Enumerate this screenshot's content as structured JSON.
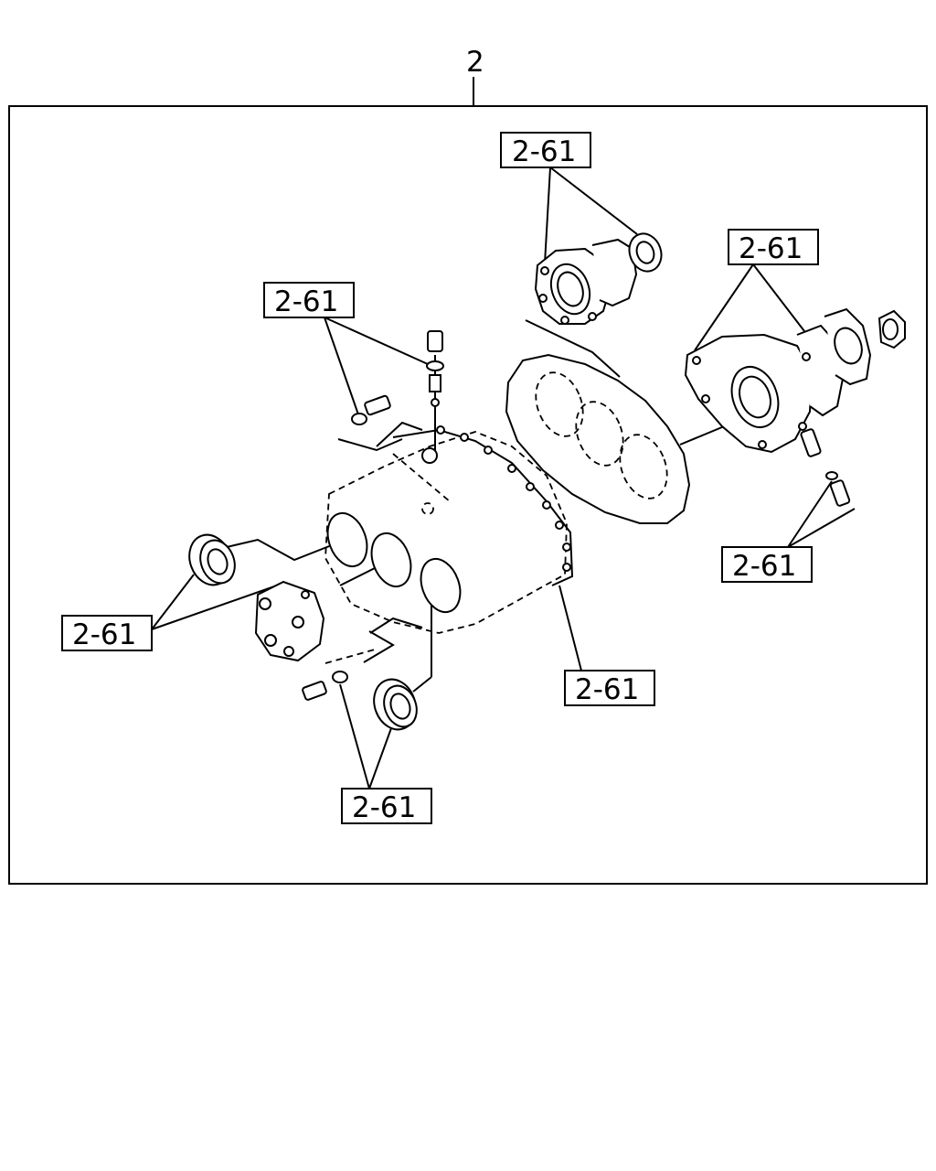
{
  "diagram": {
    "kit_number": "2",
    "callouts": [
      {
        "id": "upper-center",
        "label": "2-61"
      },
      {
        "id": "upper-left",
        "label": "2-61"
      },
      {
        "id": "upper-right",
        "label": "2-61"
      },
      {
        "id": "right-middle",
        "label": "2-61"
      },
      {
        "id": "left-middle",
        "label": "2-61"
      },
      {
        "id": "center-right",
        "label": "2-61"
      },
      {
        "id": "bottom-center",
        "label": "2-61"
      }
    ]
  }
}
